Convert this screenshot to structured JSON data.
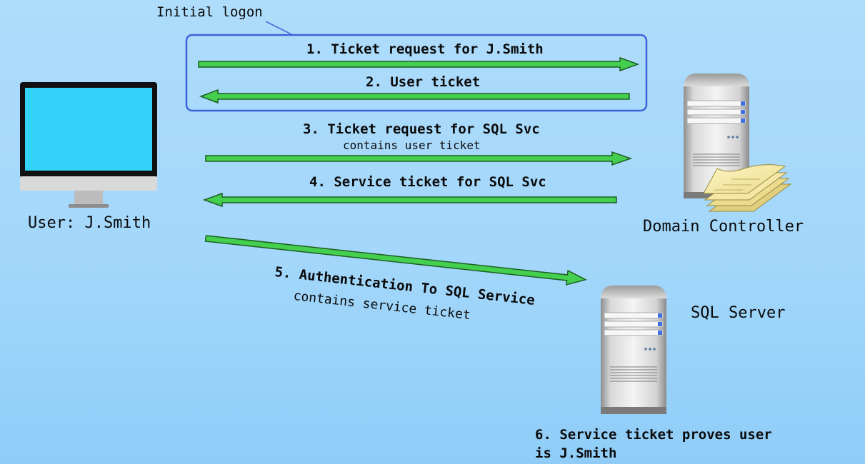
{
  "labels": {
    "initial_logon": "Initial logon",
    "user": "User: J.Smith",
    "domain_controller": "Domain Controller",
    "sql_server": "SQL Server"
  },
  "steps": {
    "s1": "1. Ticket request for J.Smith",
    "s2": "2. User ticket",
    "s3": "3. Ticket request for SQL Svc",
    "s3_sub": "contains user ticket",
    "s4": "4. Service ticket for SQL Svc",
    "s5": "5. Authentication To SQL Service",
    "s5_sub": "contains service ticket",
    "s6_line1": "6. Service ticket proves user",
    "s6_line2": "is J.Smith"
  },
  "colors": {
    "arrow": "#44cf4e",
    "box": "#3b63d8",
    "screen": "#33d2f8"
  },
  "icons": [
    "monitor-icon",
    "server-icon",
    "ticket-stack-icon"
  ]
}
